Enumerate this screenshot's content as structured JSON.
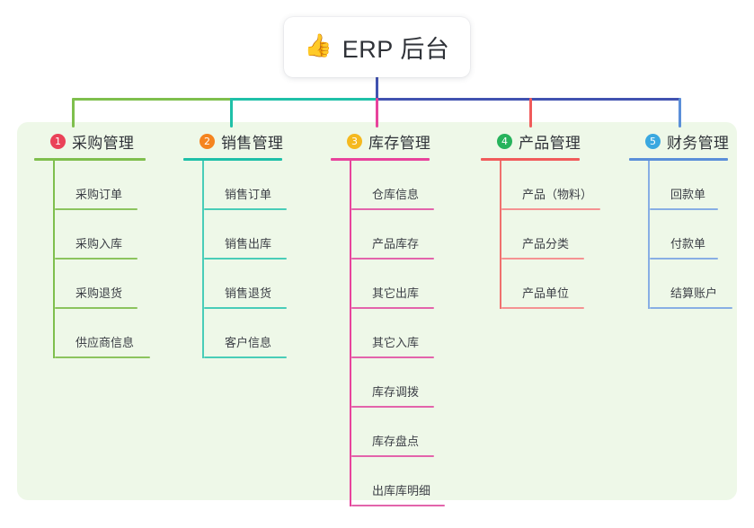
{
  "page": {
    "background": "#ffffff",
    "panel_background": "#eef8e8"
  },
  "root": {
    "icon": "thumbs-up-icon",
    "icon_glyph": "👍",
    "label": "ERP 后台"
  },
  "diagram": {
    "type": "mind-map",
    "root_label": "ERP 后台",
    "columns": [
      {
        "number": "1",
        "title": "采购管理",
        "badge_color": "#ea4258",
        "line_color": "#7fbf4d",
        "items": [
          "采购订单",
          "采购入库",
          "采购退货",
          "供应商信息"
        ]
      },
      {
        "number": "2",
        "title": "销售管理",
        "badge_color": "#f5841f",
        "line_color": "#1fc0a8",
        "items": [
          "销售订单",
          "销售出库",
          "销售退货",
          "客户信息"
        ]
      },
      {
        "number": "3",
        "title": "库存管理",
        "badge_color": "#f5b91f",
        "line_color": "#e8439c",
        "items": [
          "仓库信息",
          "产品库存",
          "其它出库",
          "其它入库",
          "库存调拨",
          "库存盘点",
          "出库库明细"
        ]
      },
      {
        "number": "4",
        "title": "产品管理",
        "badge_color": "#27b35c",
        "line_color": "#f05b5b",
        "items": [
          "产品（物料）",
          "产品分类",
          "产品单位"
        ]
      },
      {
        "number": "5",
        "title": "财务管理",
        "badge_color": "#3aa8e0",
        "line_color": "#5b8fd9",
        "items": [
          "回款单",
          "付款单",
          "结算账户"
        ]
      }
    ],
    "connector_colors": {
      "root_stem": "#4152b0",
      "segment_1": "#7fbf4d",
      "segment_2": "#1fc0a8",
      "segment_3": "#4152b0",
      "drop_1": "#7fbf4d",
      "drop_2": "#1fc0a8",
      "drop_3": "#e8439c",
      "drop_4": "#f05b5b",
      "drop_5": "#5b8fd9"
    }
  }
}
